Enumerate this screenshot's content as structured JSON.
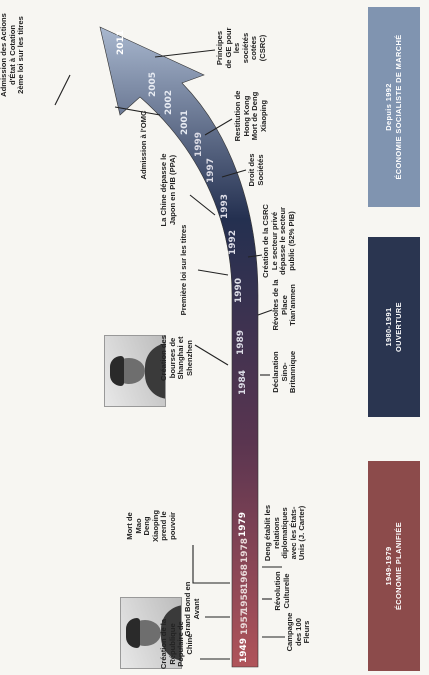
{
  "periods": [
    {
      "dates": "1949-1979",
      "name": "ÉCONOMIE PLANIFIÉE",
      "color": "#8c4b4b"
    },
    {
      "dates": "1980-1991",
      "name": "OUVERTURE",
      "color": "#2a3550"
    },
    {
      "dates": "Depuis 1992",
      "name": "ÉCONOMIE SOCIALISTE DE MARCHÉ",
      "color": "#8094b0"
    }
  ],
  "years": [
    "1949",
    "1957",
    "1958",
    "1968",
    "1978",
    "1979",
    "1984",
    "1989",
    "1990",
    "1992",
    "1993",
    "1997",
    "1999",
    "2001",
    "2002",
    "2005",
    "2011"
  ],
  "events_upper": [
    "Création de la\nRépublique\nPopulaire de\nChine",
    "Grand Bond en\nAvant",
    "Mort de\nMao\nDeng\nXiaoping\nprend le\npouvoir",
    "Création des\nbourses de\nShanghai et\nShenzhen",
    "Première loi sur les titres",
    "La Chine dépasse le\nJapon en PIB (PPA)",
    "Admission à l'OMC",
    "Admission des Actions\nd'État à Cotation\n2ème loi sur les titres"
  ],
  "events_lower": [
    "Campagne\ndes 100\nFleurs",
    "Révolution\nCulturelle",
    "Deng établit les\nrelations\ndiplomatiques\navec les États-\nUnis (J. Carter)",
    "Déclaration\nSino-\nBritannique",
    "Révoltes de la\nPlace\nTian'anmen",
    "Création de la CSRC\nLe secteur privé\ndépasse le secteur\npublic (52% PIB)",
    "Droit des\nSociétés",
    "Restitution de\nHong Kong\nMort de Deng\nXiaoping",
    "Principes\nde GE pour\nles\nsociétés\ncotées\n(CSRC)"
  ],
  "colors": {
    "arrow_start": "#a8545a",
    "arrow_mid": "#5a3a4e",
    "arrow_end": "#1f2a44",
    "arrow_tip": "#9fb0c8"
  }
}
